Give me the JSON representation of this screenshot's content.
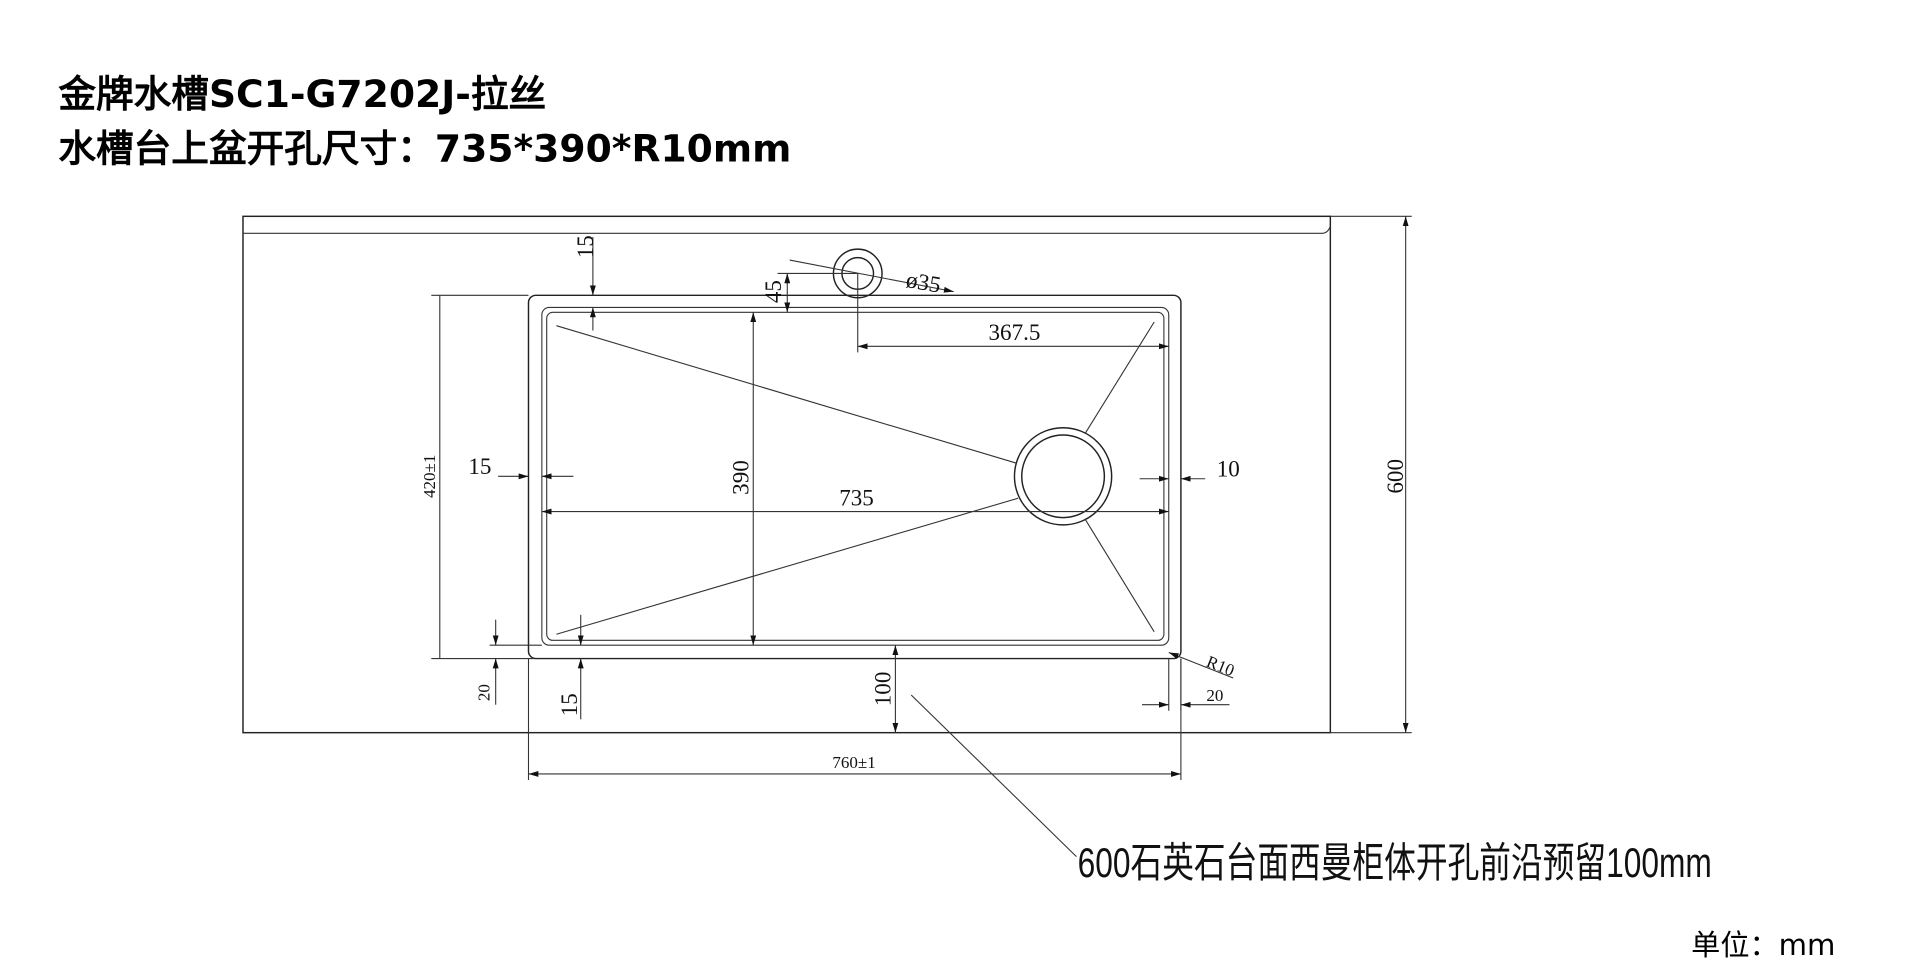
{
  "header": {
    "title": "金牌水槽SC1-G7202J-拉丝",
    "subtitle": "水槽台上盆开孔尺寸：735*390*R10mm"
  },
  "dimensions": {
    "countertop_depth": "600",
    "cutout_depth_outer": "420±1",
    "cutout_width_outer": "760±1",
    "inner_width": "735",
    "inner_depth": "390",
    "faucet_offset": "367.5",
    "faucet_hole": "ø35",
    "faucet_to_edge": "45",
    "top_margin": "15",
    "left_margin": "15",
    "right_margin": "10",
    "bottom_margin": "15",
    "bottom_left_offset": "20",
    "bottom_right_offset": "20",
    "front_reserve": "100",
    "corner_radius": "R10"
  },
  "note": "600石英石台面西曼柜体开孔前沿预留100mm",
  "unit_label": "单位：mm"
}
